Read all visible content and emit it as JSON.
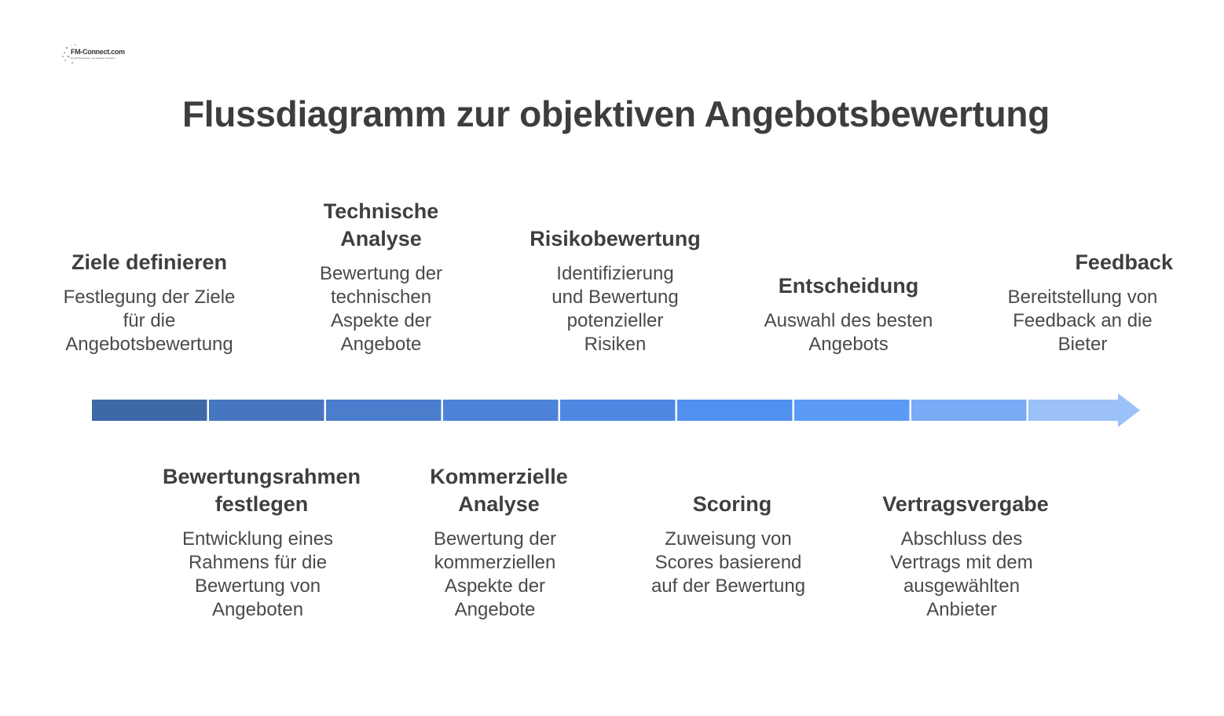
{
  "logo": {
    "text": "FM-Connect.com",
    "subtitle": "Die FM-Beratungs- und Vergabe Netzwerk"
  },
  "title": "Flussdiagramm zur objektiven Angebotsbewertung",
  "steps": [
    {
      "heading": "Ziele definieren",
      "desc": "Festlegung der Ziele für die Angebotsbewertung"
    },
    {
      "heading": "Bewertungsrahmen festlegen",
      "desc": "Entwicklung eines Rahmens für die Bewertung von Angeboten"
    },
    {
      "heading": "Technische Analyse",
      "desc": "Bewertung der technischen Aspekte der Angebote"
    },
    {
      "heading": "Kommerzielle Analyse",
      "desc": "Bewertung der kommerziellen Aspekte der Angebote"
    },
    {
      "heading": "Risikobewertung",
      "desc": "Identifizierung und Bewertung potenzieller Risiken"
    },
    {
      "heading": "Scoring",
      "desc": "Zuweisung von Scores basierend auf der Bewertung"
    },
    {
      "heading": "Entscheidung",
      "desc": "Auswahl des besten Angebots"
    },
    {
      "heading": "Vertragsvergabe",
      "desc": "Abschluss des Vertrags mit dem ausgewählten Anbieter"
    },
    {
      "heading": "Feedback",
      "desc": "Bereitstellung von Feedback an die Bieter"
    }
  ],
  "colors": {
    "segments": [
      "#3f68a8",
      "#4676c0",
      "#4a7dcc",
      "#4c83d9",
      "#4e88e3",
      "#5090ee",
      "#5b9af5",
      "#7aabf7",
      "#9cc0f8"
    ],
    "text": "#444444"
  }
}
